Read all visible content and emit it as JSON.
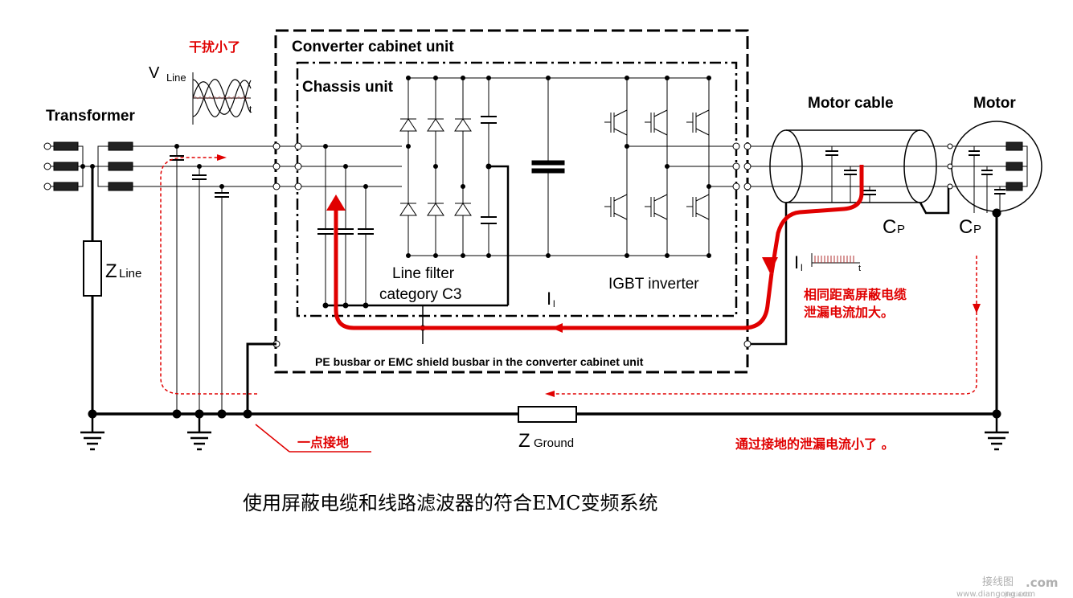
{
  "labels": {
    "transformer": "Transformer",
    "converter_cabinet": "Converter cabinet unit",
    "chassis_unit": "Chassis unit",
    "motor_cable": "Motor cable",
    "motor": "Motor",
    "vline_main": "V",
    "vline_sub": "Line",
    "wave_t": "t",
    "zline_main": "Z",
    "zline_sub": "Line",
    "line_filter_1": "Line filter",
    "line_filter_2": "category C3",
    "igbt": "IGBT inverter",
    "il_main": "I",
    "il_sub": "l",
    "il2_main": "I",
    "il2_sub": "l",
    "pulse_t": "t",
    "cp1_main": "C",
    "cp1_sub": "P",
    "cp2_main": "C",
    "cp2_sub": "P",
    "pe_busbar": "PE busbar or EMC shield busbar in the converter cabinet unit",
    "zground_main": "Z",
    "zground_sub": "Ground"
  },
  "annotations": {
    "less_interference": "干扰小了",
    "single_point_ground": "一点接地",
    "leakage_increase_1": "相同距离屏蔽电缆",
    "leakage_increase_2": "泄漏电流加大。",
    "leakage_ground": "通过接地的泄漏电流小了 。"
  },
  "caption": "使用屏蔽电缆和线路滤波器的符合EMC变频系统",
  "watermark": {
    "line1": "接线图",
    "line2": ".com",
    "line3": "www.diangong.com",
    "line4": "jiexiantu"
  },
  "colors": {
    "wire": "#000000",
    "leak_path": "#e00000",
    "annotation": "#e00000",
    "ripple": "#b03030"
  }
}
